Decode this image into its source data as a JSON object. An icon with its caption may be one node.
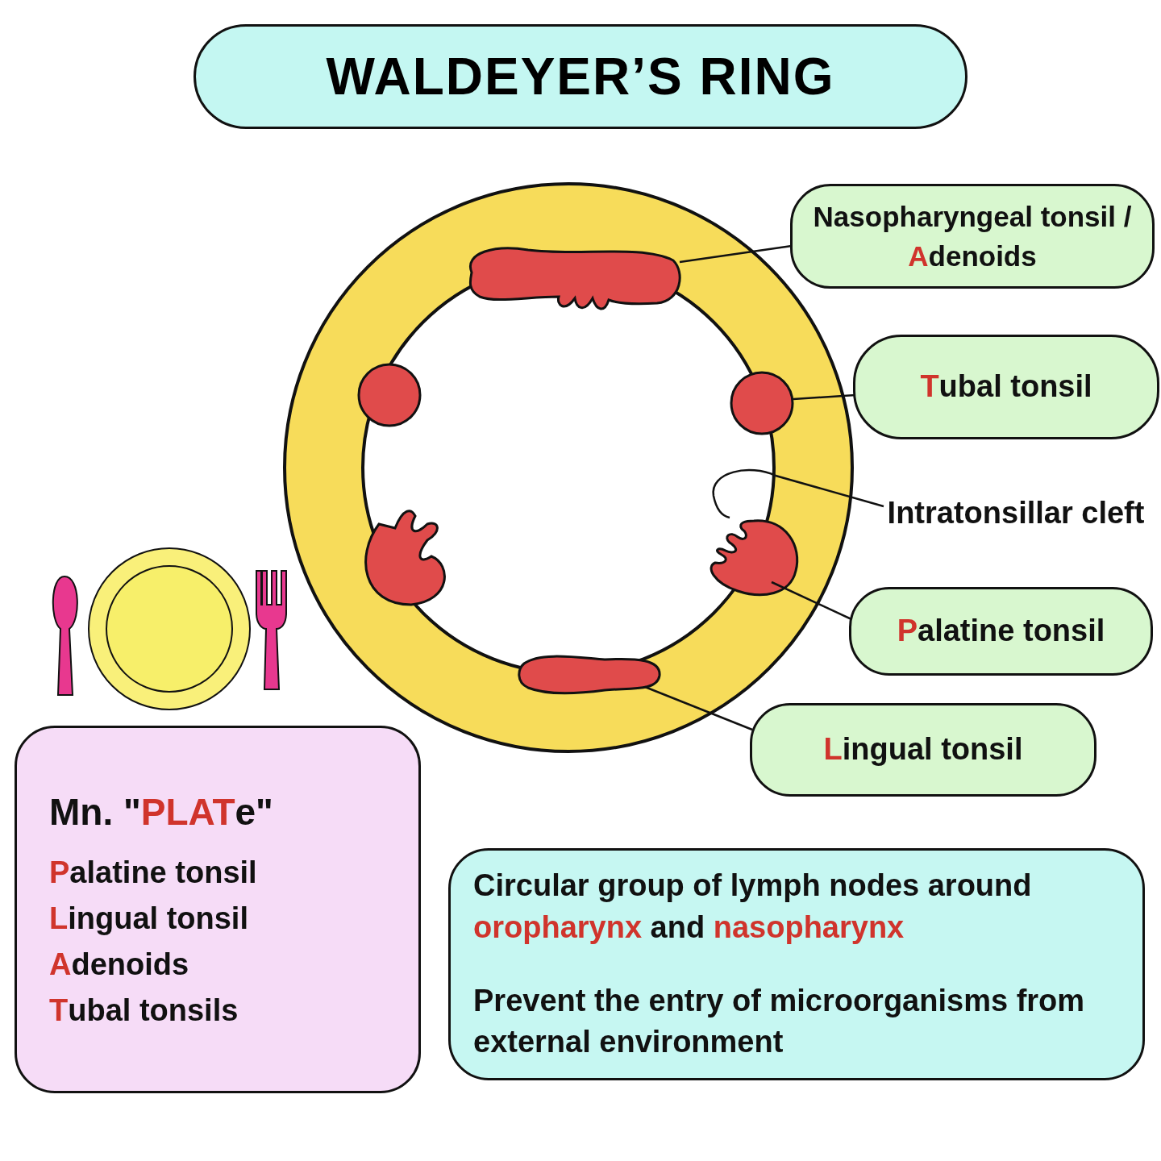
{
  "diagram": {
    "title": "WALDEYER’S RING",
    "nodes": [
      {
        "text": [
          "Nasopharyngeal tonsil / **A**denoids"
        ]
      },
      {
        "text": [],
        "shape": "oval"
      },
      {
        "text": [],
        "shape": "oval"
      },
      {
        "text": [],
        "shape": "oval"
      },
      {
        "text": [],
        "shape": "oval"
      },
      {
        "text": [],
        "shape": "circle"
      },
      {
        "text": [],
        "shape": "circle"
      },
      {
        "text": [
          "**T**ubal tonsil"
        ]
      },
      {
        "text": [
          "Intratonsillar cleft"
        ]
      },
      {
        "text": [
          "**P**alatine tonsil"
        ]
      },
      {
        "text": [
          "**L**ingual tonsil"
        ]
      },
      {
        "text": [
          "Mn. \"**PLAT**e\"",
          "**P**alatine tonsil",
          "**L**ingual tonsil",
          "**A**denoids",
          "**T**ubal tonsils"
        ]
      },
      {
        "text": [
          "Circular group of lymph nodes around **oropharynx** and **nasopharynx**",
          "Prevent the entry of microorganisms from external environment"
        ]
      }
    ],
    "edges": [
      {
        "from": 0,
        "to": 2,
        "arrow": "none"
      },
      {
        "from": 7,
        "to": 6,
        "arrow": "none"
      },
      {
        "from": 8,
        "to": null,
        "arrow": "none"
      },
      {
        "from": 9,
        "to": 4,
        "arrow": "none"
      },
      {
        "from": 10,
        "to": 3,
        "arrow": "none"
      }
    ]
  }
}
